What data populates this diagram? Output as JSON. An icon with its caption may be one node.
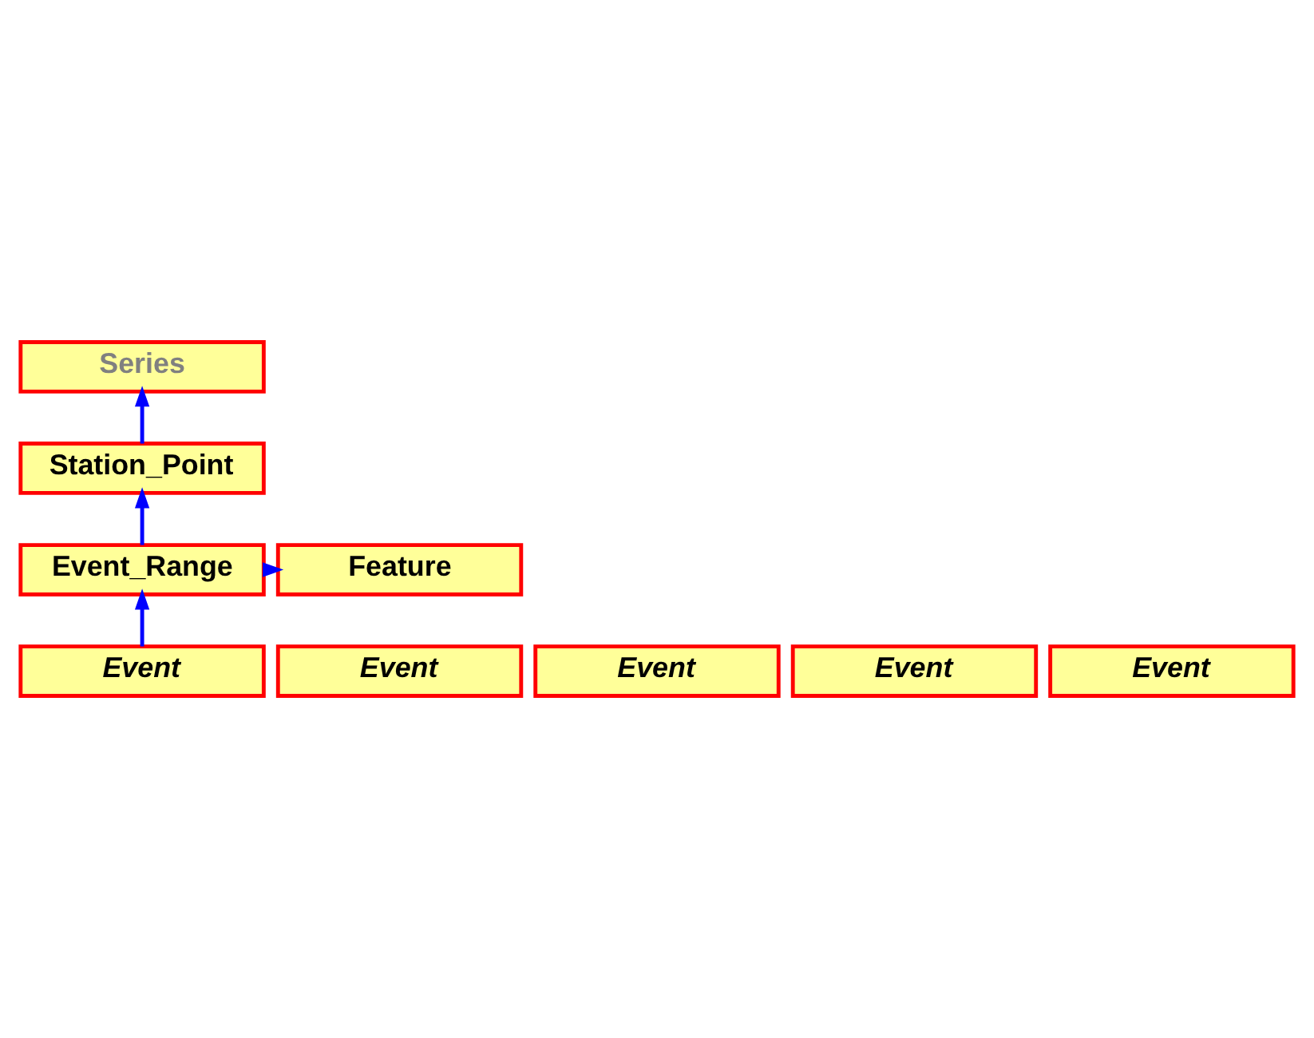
{
  "diagram": {
    "nodes": [
      {
        "text": [
          "Series"
        ]
      },
      {
        "text": [
          "Station_Point"
        ]
      },
      {
        "text": [
          "Event_Range"
        ]
      },
      {
        "text": [
          "Feature"
        ]
      },
      {
        "text": [
          "Event"
        ]
      },
      {
        "text": [
          "Event"
        ]
      },
      {
        "text": [
          "Event"
        ]
      },
      {
        "text": [
          "Event"
        ]
      },
      {
        "text": [
          "Event"
        ]
      }
    ],
    "edges": [
      {
        "from": 1,
        "to": 0,
        "arrow": "to"
      },
      {
        "from": 2,
        "to": 1,
        "arrow": "to"
      },
      {
        "from": 2,
        "to": 3,
        "arrow": "to"
      },
      {
        "from": 4,
        "to": 2,
        "arrow": "to"
      }
    ]
  }
}
